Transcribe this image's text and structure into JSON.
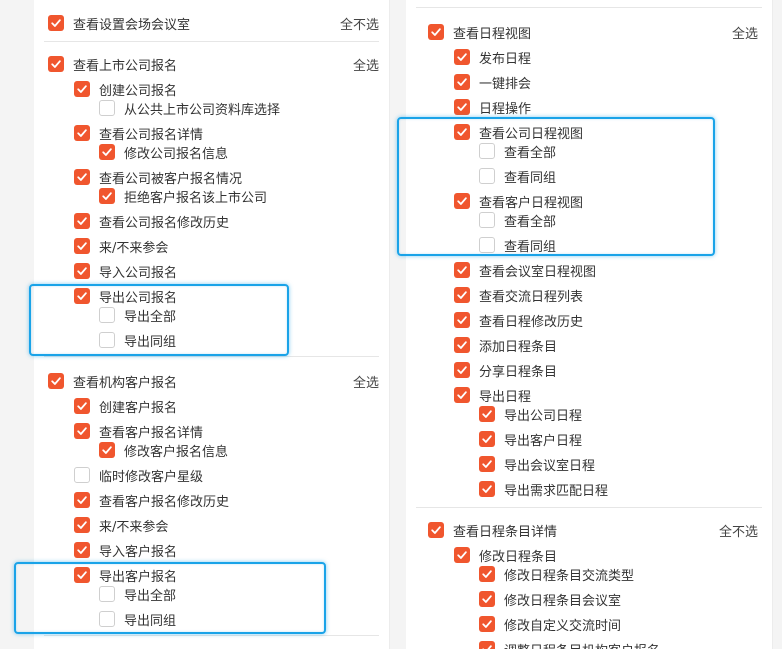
{
  "left": {
    "meeting_room": {
      "label": "查看设置会场会议室",
      "action": "全不选"
    },
    "company": {
      "label": "查看上市公司报名",
      "action": "全选",
      "create": "创建公司报名",
      "from_db": "从公共上市公司资料库选择",
      "detail": "查看公司报名详情",
      "edit_info": "修改公司报名信息",
      "by_customer": "查看公司被客户报名情况",
      "reject": "拒绝客户报名该上市公司",
      "history": "查看公司报名修改历史",
      "attend": "来/不来参会",
      "import": "导入公司报名",
      "export": "导出公司报名",
      "export_all": "导出全部",
      "export_group": "导出同组"
    },
    "institution": {
      "label": "查看机构客户报名",
      "action": "全选",
      "create": "创建客户报名",
      "detail": "查看客户报名详情",
      "edit_info": "修改客户报名信息",
      "star": "临时修改客户星级",
      "history": "查看客户报名修改历史",
      "attend": "来/不来参会",
      "import": "导入客户报名",
      "export": "导出客户报名",
      "export_all": "导出全部",
      "export_group": "导出同组"
    }
  },
  "right": {
    "schedule": {
      "label": "查看日程视图",
      "action": "全选",
      "publish": "发布日程",
      "arrange": "一键排会",
      "operate": "日程操作",
      "company_view": "查看公司日程视图",
      "cv_all": "查看全部",
      "cv_group": "查看同组",
      "customer_view": "查看客户日程视图",
      "kv_all": "查看全部",
      "kv_group": "查看同组",
      "room_view": "查看会议室日程视图",
      "exchange_list": "查看交流日程列表",
      "history": "查看日程修改历史",
      "add_item": "添加日程条目",
      "share_item": "分享日程条目",
      "export": "导出日程",
      "export_company": "导出公司日程",
      "export_customer": "导出客户日程",
      "export_room": "导出会议室日程",
      "export_match": "导出需求匹配日程"
    },
    "item_detail": {
      "label": "查看日程条目详情",
      "action": "全不选",
      "edit": "修改日程条目",
      "edit_type": "修改日程条目交流类型",
      "edit_room": "修改日程条目会议室",
      "edit_time": "修改自定义交流时间",
      "adjust": "调整日程条目机构客户报名"
    }
  }
}
